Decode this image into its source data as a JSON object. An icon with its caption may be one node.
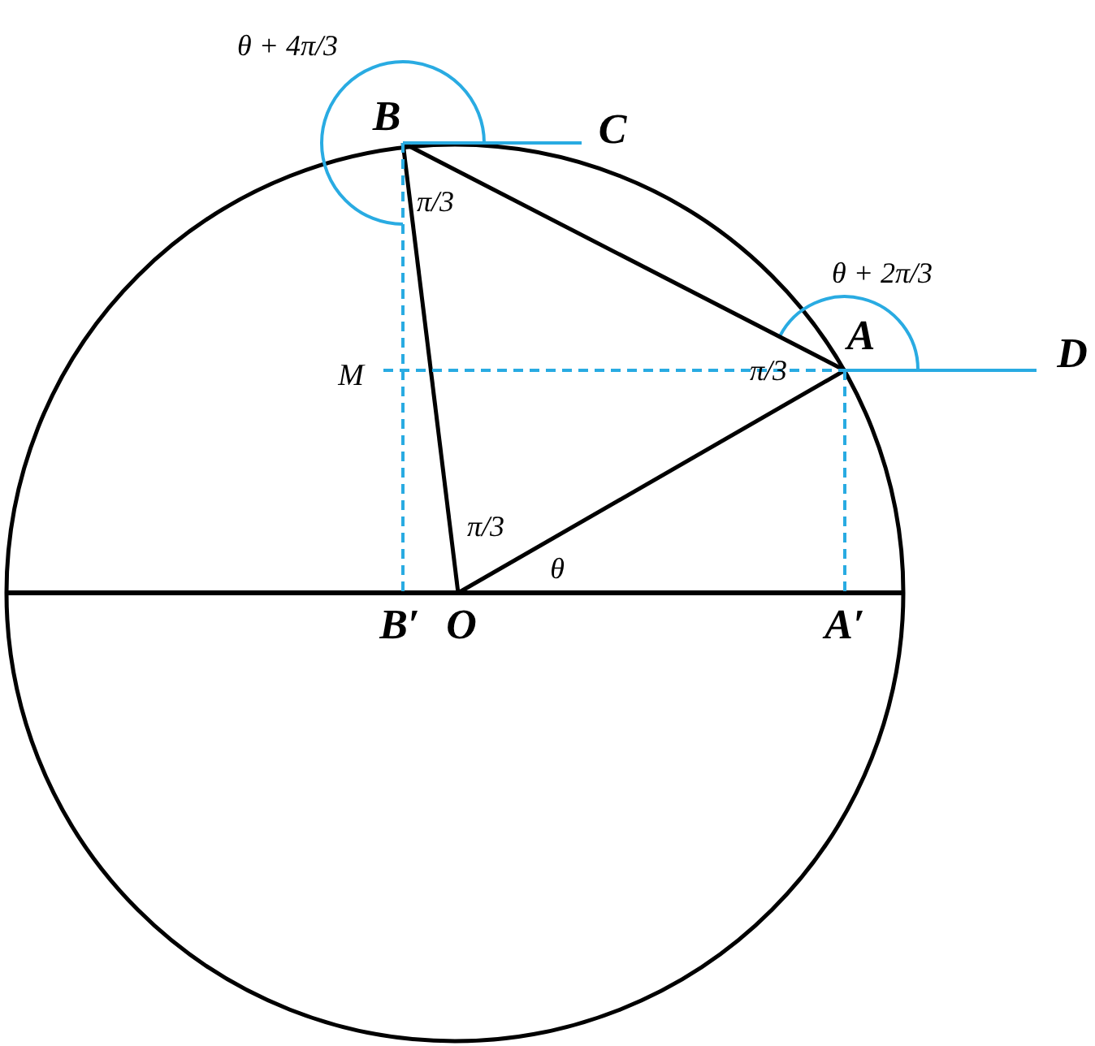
{
  "diagram": {
    "nodes": [
      {
        "text": [
          "B"
        ]
      },
      {
        "text": [
          "C"
        ]
      },
      {
        "text": [
          "A"
        ]
      },
      {
        "text": [
          "D"
        ]
      },
      {
        "text": [
          "M"
        ]
      },
      {
        "text": [
          "B′"
        ]
      },
      {
        "text": [
          "O"
        ]
      },
      {
        "text": [
          "A′"
        ]
      }
    ],
    "edges": [
      {
        "from": 0,
        "to": 2,
        "arrow": "none",
        "color": "#000000"
      },
      {
        "from": 0,
        "to": 6,
        "arrow": "none",
        "color": "#000000"
      },
      {
        "from": 6,
        "to": 2,
        "arrow": "none",
        "color": "#000000"
      },
      {
        "from": 0,
        "to": 1,
        "arrow": "none"
      },
      {
        "from": 2,
        "to": 3,
        "arrow": "none"
      },
      {
        "from": 0,
        "to": 5,
        "arrow": "none",
        "style": "dashed"
      },
      {
        "from": 4,
        "to": 2,
        "arrow": "none",
        "style": "dashed"
      },
      {
        "from": 2,
        "to": 7,
        "arrow": "none",
        "style": "dashed"
      }
    ],
    "labels": [
      "θ + 4π/3",
      "π/3",
      "θ + 2π/3",
      "π/3",
      "π/3",
      "θ"
    ]
  }
}
